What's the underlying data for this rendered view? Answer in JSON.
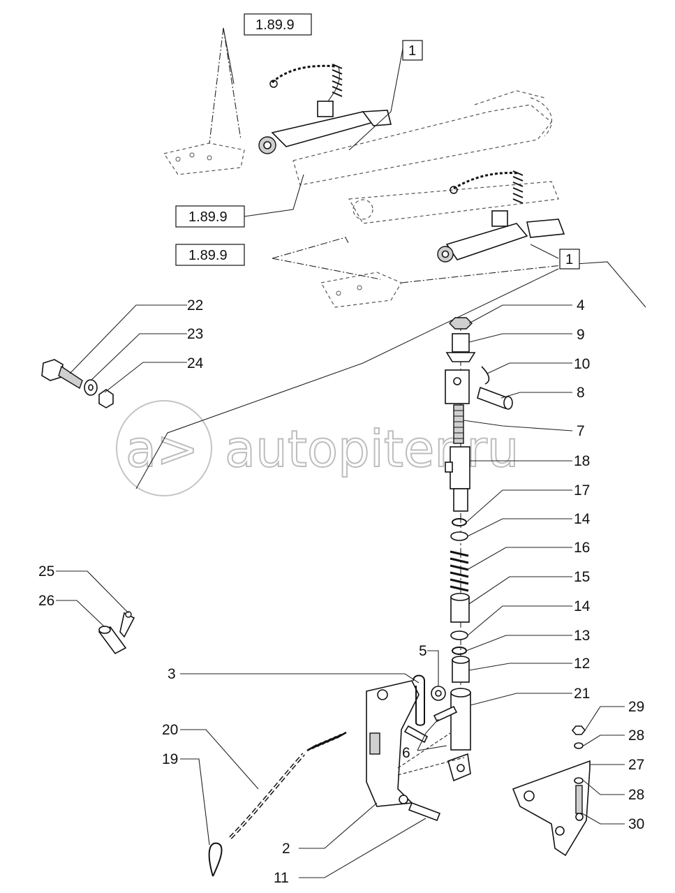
{
  "references": {
    "ref_a": "1.89.9",
    "ref_b": "1",
    "ref_c": "1.89.9",
    "ref_d": "1.89.9",
    "ref_e": "1"
  },
  "callouts": {
    "c22": "22",
    "c23": "23",
    "c24": "24",
    "c4": "4",
    "c9": "9",
    "c10": "10",
    "c8": "8",
    "c7": "7",
    "c18": "18",
    "c17": "17",
    "c14a": "14",
    "c16": "16",
    "c15": "15",
    "c14b": "14",
    "c13": "13",
    "c12": "12",
    "c21": "21",
    "c5": "5",
    "c3": "3",
    "c6": "6",
    "c25": "25",
    "c26": "26",
    "c20": "20",
    "c19": "19",
    "c2": "2",
    "c11": "11",
    "c29": "29",
    "c28a": "28",
    "c27": "27",
    "c28b": "28",
    "c30": "30"
  },
  "watermark": {
    "logo": "a>",
    "text": "autopiter.ru"
  }
}
